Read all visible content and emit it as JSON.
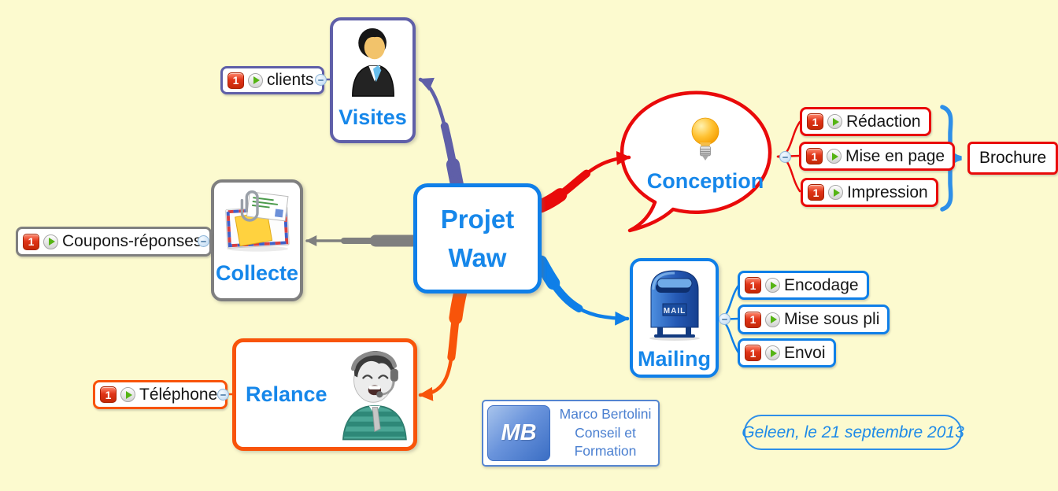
{
  "background": "#FCFACF",
  "center": {
    "line1": "Projet",
    "line2": "Waw",
    "border_color": "#0F7FE8",
    "text_color": "#1687EA"
  },
  "topics": [
    {
      "label": "Visites",
      "color": "#5F5FA8",
      "icon": "businessman-icon",
      "subtopics": [
        {
          "label": "clients",
          "badge": "1"
        }
      ]
    },
    {
      "label": "Collecte",
      "color": "#7F7F7F",
      "icon": "envelope-paperclip-icon",
      "subtopics": [
        {
          "label": "Coupons-réponses",
          "badge": "1"
        }
      ]
    },
    {
      "label": "Relance",
      "color": "#F8540A",
      "icon": "callcenter-agent-icon",
      "subtopics": [
        {
          "label": "Téléphone",
          "badge": "1"
        }
      ]
    },
    {
      "label": "Conception",
      "color": "#E90A0A",
      "shape": "speech-bubble",
      "icon": "lightbulb-icon",
      "subtopics": [
        {
          "label": "Rédaction",
          "badge": "1"
        },
        {
          "label": "Mise en page",
          "badge": "1"
        },
        {
          "label": "Impression",
          "badge": "1"
        }
      ]
    },
    {
      "label": "Mailing",
      "color": "#0F7FE8",
      "icon": "mailbox-icon",
      "icon_text": "MAIL",
      "subtopics": [
        {
          "label": "Encodage",
          "badge": "1"
        },
        {
          "label": "Mise sous pli",
          "badge": "1"
        },
        {
          "label": "Envoi",
          "badge": "1"
        }
      ]
    }
  ],
  "boundary": {
    "label": "Brochure",
    "brace_color": "#2E8FE8"
  },
  "logo": {
    "initials": "MB",
    "lines": [
      "Marco Bertolini",
      "Conseil et",
      "Formation"
    ]
  },
  "date_note": {
    "text": "Geleen, le 21 septembre 2013"
  }
}
